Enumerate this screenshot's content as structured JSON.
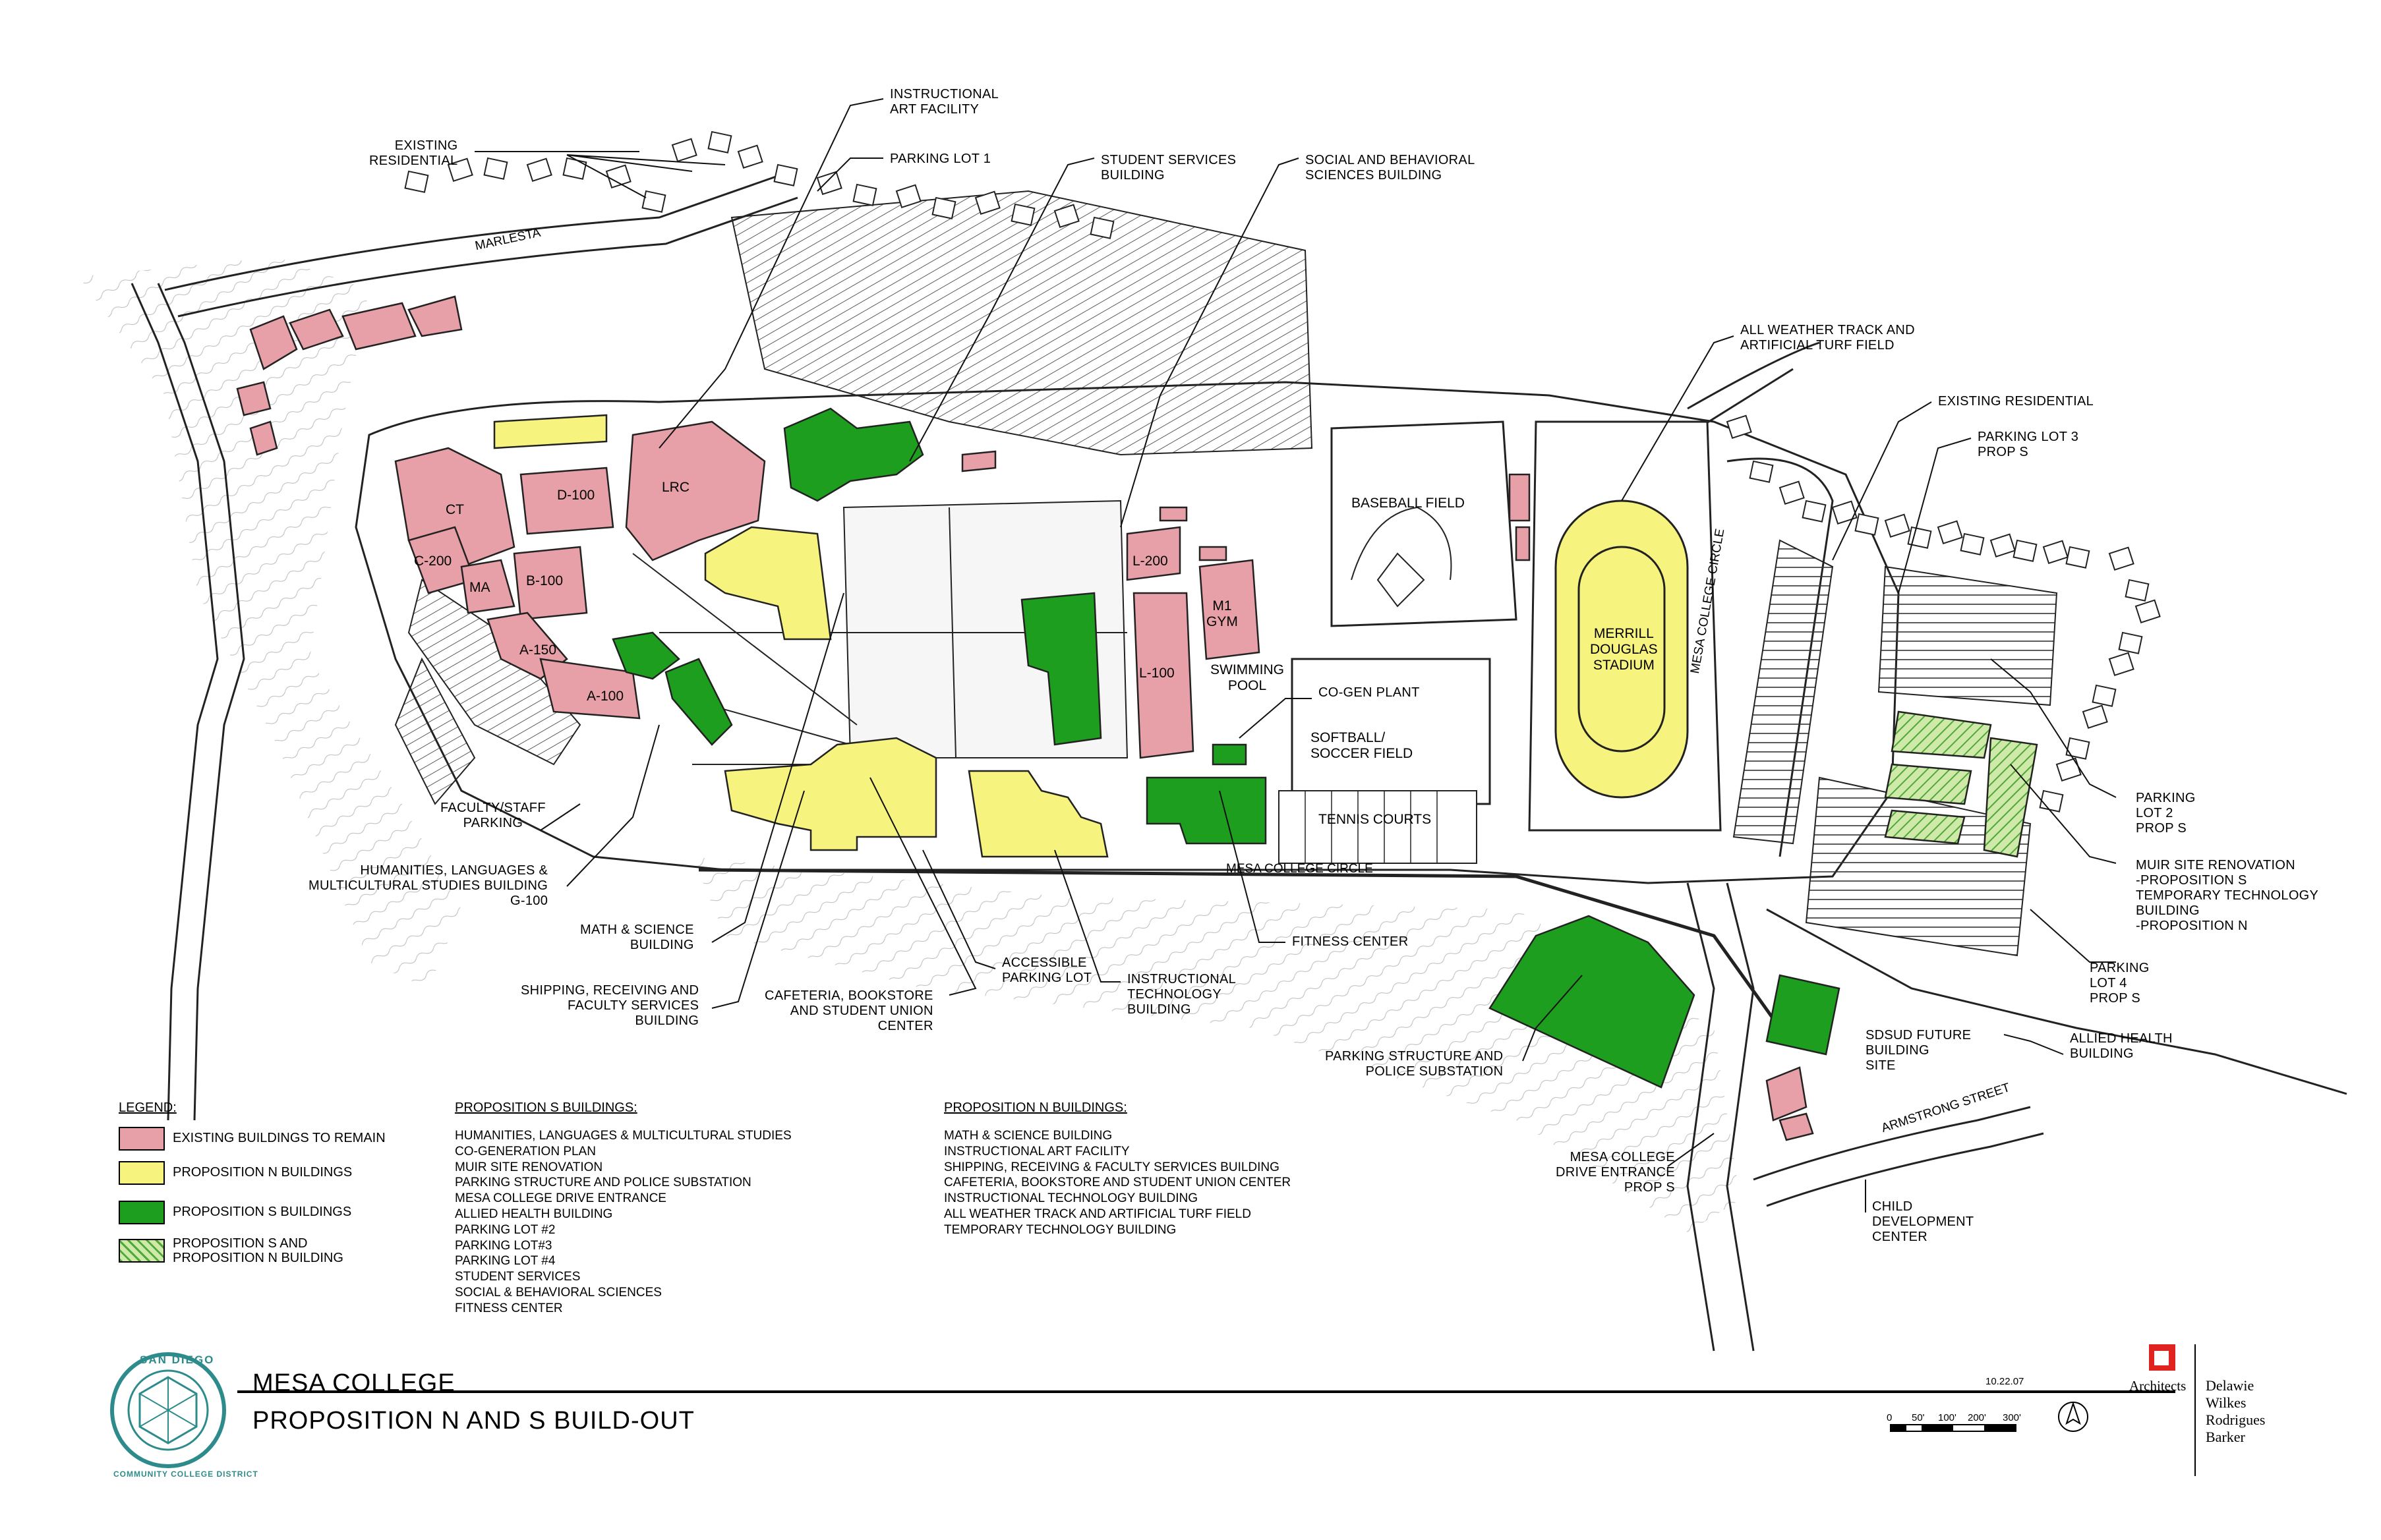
{
  "colors": {
    "existing": "#E8A0A8",
    "prop_n": "#F7F37F",
    "prop_s": "#1E9E1E",
    "line": "#222222",
    "seal": "#2E8B8B",
    "logo_red": "#E0231F"
  },
  "title": {
    "line1": "MESA COLLEGE",
    "line2": "PROPOSITION N AND S BUILD-OUT",
    "date": "10.22.07",
    "scale_ticks": [
      "0",
      "50'",
      "100'",
      "200'",
      "300'"
    ],
    "seal_text_top": "SAN DIEGO",
    "seal_text_bottom": "COMMUNITY COLLEGE DISTRICT",
    "architects_label": "Architects",
    "firm": "Delawie\nWilkes\nRodrigues\nBarker"
  },
  "legend": {
    "title": "LEGEND:",
    "items": [
      {
        "label": "EXISTING BUILDINGS TO REMAIN",
        "type": "existing"
      },
      {
        "label": "PROPOSITION N BUILDINGS",
        "type": "prop_n"
      },
      {
        "label": "PROPOSITION S BUILDINGS",
        "type": "prop_s"
      },
      {
        "label": "PROPOSITION S AND\nPROPOSITION N BUILDING",
        "type": "hatched"
      }
    ]
  },
  "prop_s_list": {
    "title": "PROPOSITION S BUILDINGS:",
    "items": [
      "HUMANITIES, LANGUAGES & MULTICULTURAL STUDIES",
      "CO-GENERATION PLAN",
      "MUIR SITE RENOVATION",
      "PARKING STRUCTURE AND POLICE SUBSTATION",
      "MESA COLLEGE DRIVE ENTRANCE",
      "ALLIED HEALTH BUILDING",
      "PARKING LOT #2",
      "PARKING LOT#3",
      "PARKING LOT #4",
      "STUDENT SERVICES",
      "SOCIAL & BEHAVIORAL SCIENCES",
      "FITNESS CENTER"
    ]
  },
  "prop_n_list": {
    "title": "PROPOSITION N BUILDINGS:",
    "items": [
      "MATH & SCIENCE BUILDING",
      "INSTRUCTIONAL ART FACILITY",
      "SHIPPING, RECEIVING & FACULTY SERVICES BUILDING",
      "CAFETERIA, BOOKSTORE AND STUDENT UNION CENTER",
      "INSTRUCTIONAL TECHNOLOGY BUILDING",
      "ALL WEATHER TRACK AND ARTIFICIAL TURF FIELD",
      "TEMPORARY TECHNOLOGY BUILDING"
    ]
  },
  "building_labels": {
    "ct": "CT",
    "d100": "D-100",
    "lrc": "LRC",
    "c200": "C-200",
    "ma": "MA",
    "b100": "B-100",
    "a150": "A-150",
    "a100": "A-100",
    "l200": "L-200",
    "m1gym": "M1\nGYM",
    "l100": "L-100",
    "pool": "SWIMMING\nPOOL",
    "baseball": "BASEBALL FIELD",
    "stadium": "MERRILL\nDOUGLAS\nSTADIUM",
    "softball": "SOFTBALL/\nSOCCER FIELD",
    "tennis": "TENNIS COURTS",
    "mesa_circle_road": "MESA COLLEGE CIRCLE",
    "mesa_circle_vertical": "MESA COLLEGE CIRCLE",
    "marlesta": "MARLESTA",
    "armstrong": "ARMSTRONG STREET"
  },
  "callouts": {
    "existing_res_nw": "EXISTING\nRESIDENTIAL",
    "art_facility": "INSTRUCTIONAL\nART FACILITY",
    "parking1": "PARKING LOT 1",
    "student_services": "STUDENT SERVICES\nBUILDING",
    "social_behavioral": "SOCIAL AND BEHAVIORAL\nSCIENCES BUILDING",
    "track": "ALL WEATHER TRACK AND\nARTIFICIAL TURF FIELD",
    "existing_res_e": "EXISTING RESIDENTIAL",
    "parking3": "PARKING LOT 3\nPROP S",
    "cogen": "CO-GEN PLANT",
    "faculty_parking": "FACULTY/STAFF\nPARKING",
    "humanities": "HUMANITIES, LANGUAGES &\nMULTICULTURAL STUDIES BUILDING\nG-100",
    "math_science": "MATH & SCIENCE\nBUILDING",
    "shipping": "SHIPPING, RECEIVING AND\nFACULTY SERVICES\nBUILDING",
    "cafeteria": "CAFETERIA, BOOKSTORE\nAND STUDENT UNION\nCENTER",
    "accessible": "ACCESSIBLE\nPARKING LOT",
    "inst_tech": "INSTRUCTIONAL\nTECHNOLOGY\nBUILDING",
    "fitness": "FITNESS CENTER",
    "parking_structure": "PARKING STRUCTURE AND\nPOLICE SUBSTATION",
    "parking2": "PARKING\nLOT 2\nPROP S",
    "muir": "MUIR SITE RENOVATION\n-PROPOSITION S\nTEMPORARY TECHNOLOGY\nBUILDING\n-PROPOSITION N",
    "parking4": "PARKING\nLOT 4\nPROP S",
    "allied": "ALLIED HEALTH\nBUILDING",
    "sdsud": "SDSUD FUTURE\nBUILDING\nSITE",
    "drive_entrance": "MESA COLLEGE\nDRIVE ENTRANCE\nPROP S",
    "child_dev": "CHILD\nDEVELOPMENT\nCENTER"
  }
}
